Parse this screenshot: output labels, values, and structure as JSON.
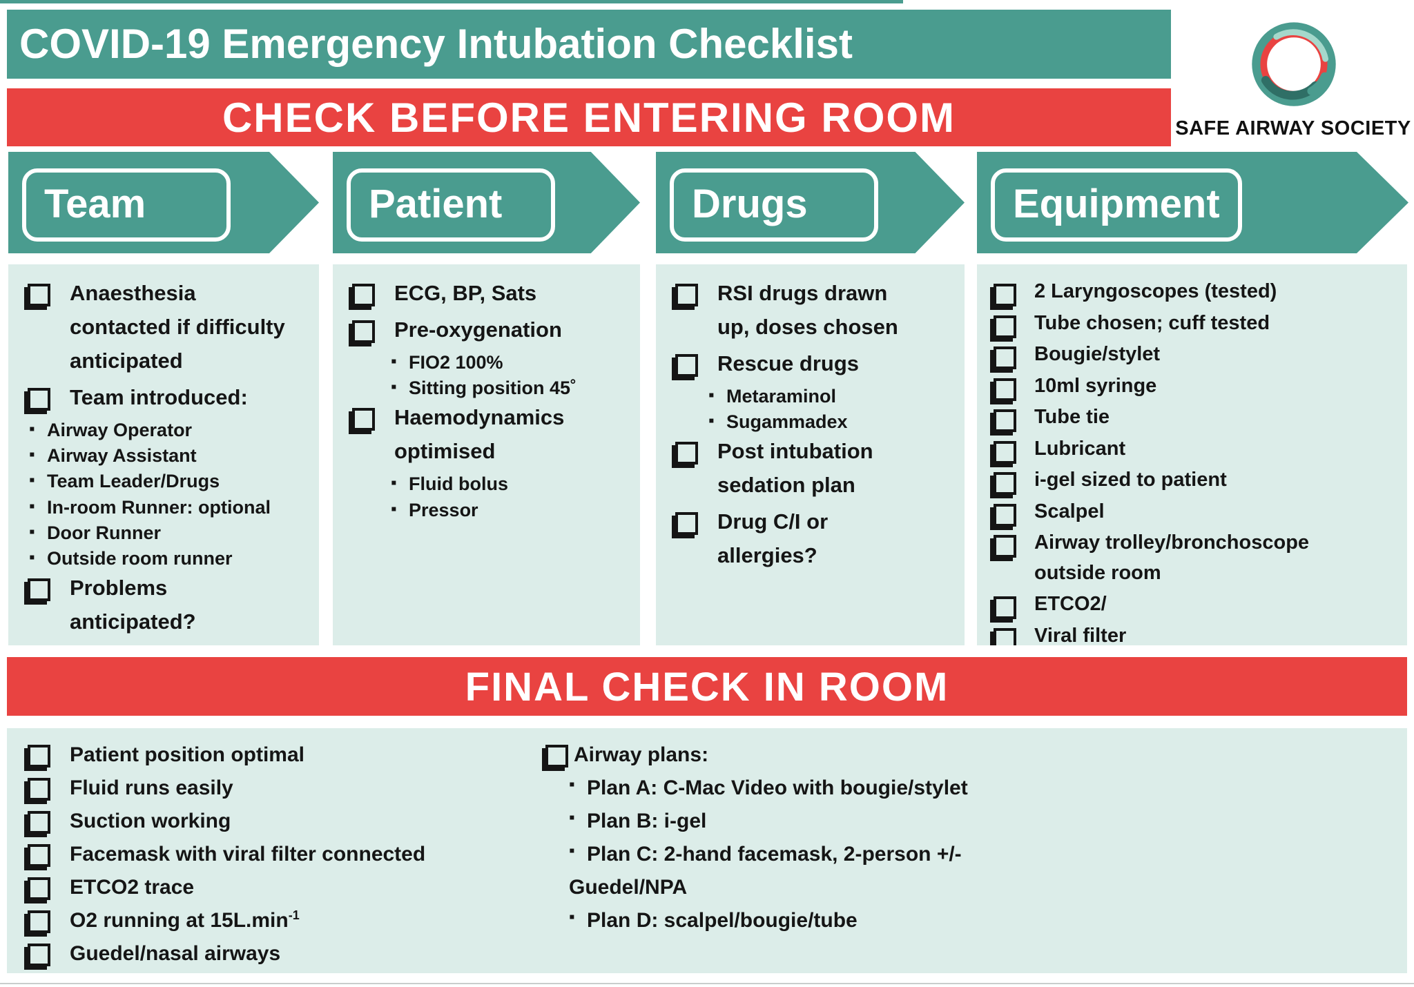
{
  "header": {
    "title": "COVID-19 Emergency Intubation Checklist",
    "banner": "CHECK BEFORE ENTERING ROOM",
    "logo_text": "SAFE AIRWAY SOCIETY"
  },
  "colors": {
    "teal": "#4A9C8F",
    "red": "#E94341",
    "panel_bg": "#DCEDE9",
    "ink": "#151515"
  },
  "bullet_glyph": "▪",
  "columns": [
    {
      "label": "Team",
      "items": [
        {
          "type": "check",
          "text": "Anaesthesia\ncontacted if difficulty\nanticipated"
        },
        {
          "type": "check",
          "text": "Team introduced:"
        },
        {
          "type": "bullet",
          "text": "Airway Operator"
        },
        {
          "type": "bullet",
          "text": "Airway Assistant"
        },
        {
          "type": "bullet",
          "text": "Team Leader/Drugs"
        },
        {
          "type": "bullet",
          "text": "In-room Runner: optional"
        },
        {
          "type": "bullet",
          "text": "Door Runner"
        },
        {
          "type": "bullet",
          "text": "Outside room runner"
        },
        {
          "type": "check",
          "text": "Problems\nanticipated?"
        }
      ]
    },
    {
      "label": "Patient",
      "items": [
        {
          "type": "check",
          "text": "ECG, BP, Sats"
        },
        {
          "type": "check",
          "text": "Pre-oxygenation"
        },
        {
          "type": "bullet",
          "text": "FIO2 100%"
        },
        {
          "type": "bullet",
          "text": "Sitting position 45˚"
        },
        {
          "type": "check",
          "text": "Haemodynamics\noptimised"
        },
        {
          "type": "bullet",
          "text": "Fluid bolus"
        },
        {
          "type": "bullet",
          "text": "Pressor"
        }
      ]
    },
    {
      "label": "Drugs",
      "items": [
        {
          "type": "check",
          "text": "RSI drugs drawn\nup, doses chosen"
        },
        {
          "type": "check",
          "text": "Rescue drugs"
        },
        {
          "type": "bullet",
          "text": "Metaraminol"
        },
        {
          "type": "bullet",
          "text": "Sugammadex"
        },
        {
          "type": "check",
          "text": "Post intubation\nsedation plan"
        },
        {
          "type": "check",
          "text": "Drug C/I or\nallergies?"
        }
      ]
    },
    {
      "label": "Equipment",
      "items": [
        {
          "type": "check",
          "text": "2 Laryngoscopes (tested)"
        },
        {
          "type": "check",
          "text": "Tube chosen; cuff tested"
        },
        {
          "type": "check",
          "text": "Bougie/stylet"
        },
        {
          "type": "check",
          "text": "10ml syringe"
        },
        {
          "type": "check",
          "text": "Tube tie"
        },
        {
          "type": "check",
          "text": "Lubricant"
        },
        {
          "type": "check",
          "text": "i-gel sized to patient"
        },
        {
          "type": "check",
          "text": "Scalpel"
        },
        {
          "type": "check",
          "text": "Airway trolley/bronchoscope\noutside room"
        },
        {
          "type": "check",
          "text": "ETCO2/"
        },
        {
          "type": "check",
          "text": "Viral filter"
        }
      ]
    }
  ],
  "final": {
    "banner": "FINAL CHECK IN ROOM",
    "left": [
      {
        "type": "check",
        "text": "Patient position optimal"
      },
      {
        "type": "check",
        "text": "Fluid runs easily"
      },
      {
        "type": "check",
        "text": "Suction working"
      },
      {
        "type": "check",
        "text": "Facemask with viral filter connected"
      },
      {
        "type": "check",
        "text": "ETCO2 trace"
      },
      {
        "type": "check",
        "text": "O2 running at 15L.min",
        "sup": "-1"
      },
      {
        "type": "check",
        "text": "Guedel/nasal airways"
      }
    ],
    "right": [
      {
        "type": "check",
        "text": "Airway plans:",
        "tight": true
      },
      {
        "type": "bullet",
        "text": "Plan A: C-Mac Video with bougie/stylet"
      },
      {
        "type": "bullet",
        "text": "Plan B: i-gel"
      },
      {
        "type": "bullet",
        "text": "Plan C: 2-hand facemask, 2-person +/-"
      },
      {
        "type": "cont",
        "text": "Guedel/NPA"
      },
      {
        "type": "bullet",
        "text": "Plan D: scalpel/bougie/tube"
      }
    ]
  }
}
